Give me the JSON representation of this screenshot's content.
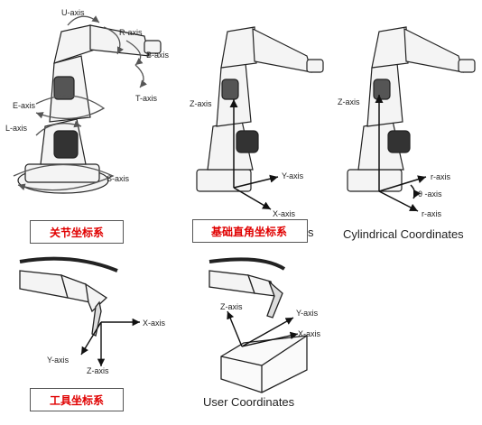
{
  "joint": {
    "caption": "关节坐标系",
    "labels": {
      "u": "U-axis",
      "r": "R-axis",
      "b": "B-axis",
      "t": "T-axis",
      "e": "E-axis",
      "l": "L-axis",
      "s": "S-axis"
    }
  },
  "cartesian": {
    "caption": "基础直角坐标系",
    "caption_tail": "s",
    "labels": {
      "z": "Z-axis",
      "y": "Y-axis",
      "x": "X-axis"
    }
  },
  "cylindrical": {
    "caption": "Cylindrical Coordinates",
    "labels": {
      "z": "Z-axis",
      "r": "r-axis",
      "theta": "θ -axis",
      "r2": "r-axis"
    }
  },
  "tool": {
    "caption": "工具坐标系",
    "labels": {
      "x": "X-axis",
      "y": "Y-axis",
      "z": "Z-axis"
    }
  },
  "user": {
    "caption": "User Coordinates",
    "labels": {
      "z": "Z-axis",
      "y": "Y-axis",
      "x": "X-axis"
    }
  },
  "colors": {
    "caption_red": "#e00000",
    "robot_body": "#f2f2f2",
    "robot_dark": "#333333"
  }
}
